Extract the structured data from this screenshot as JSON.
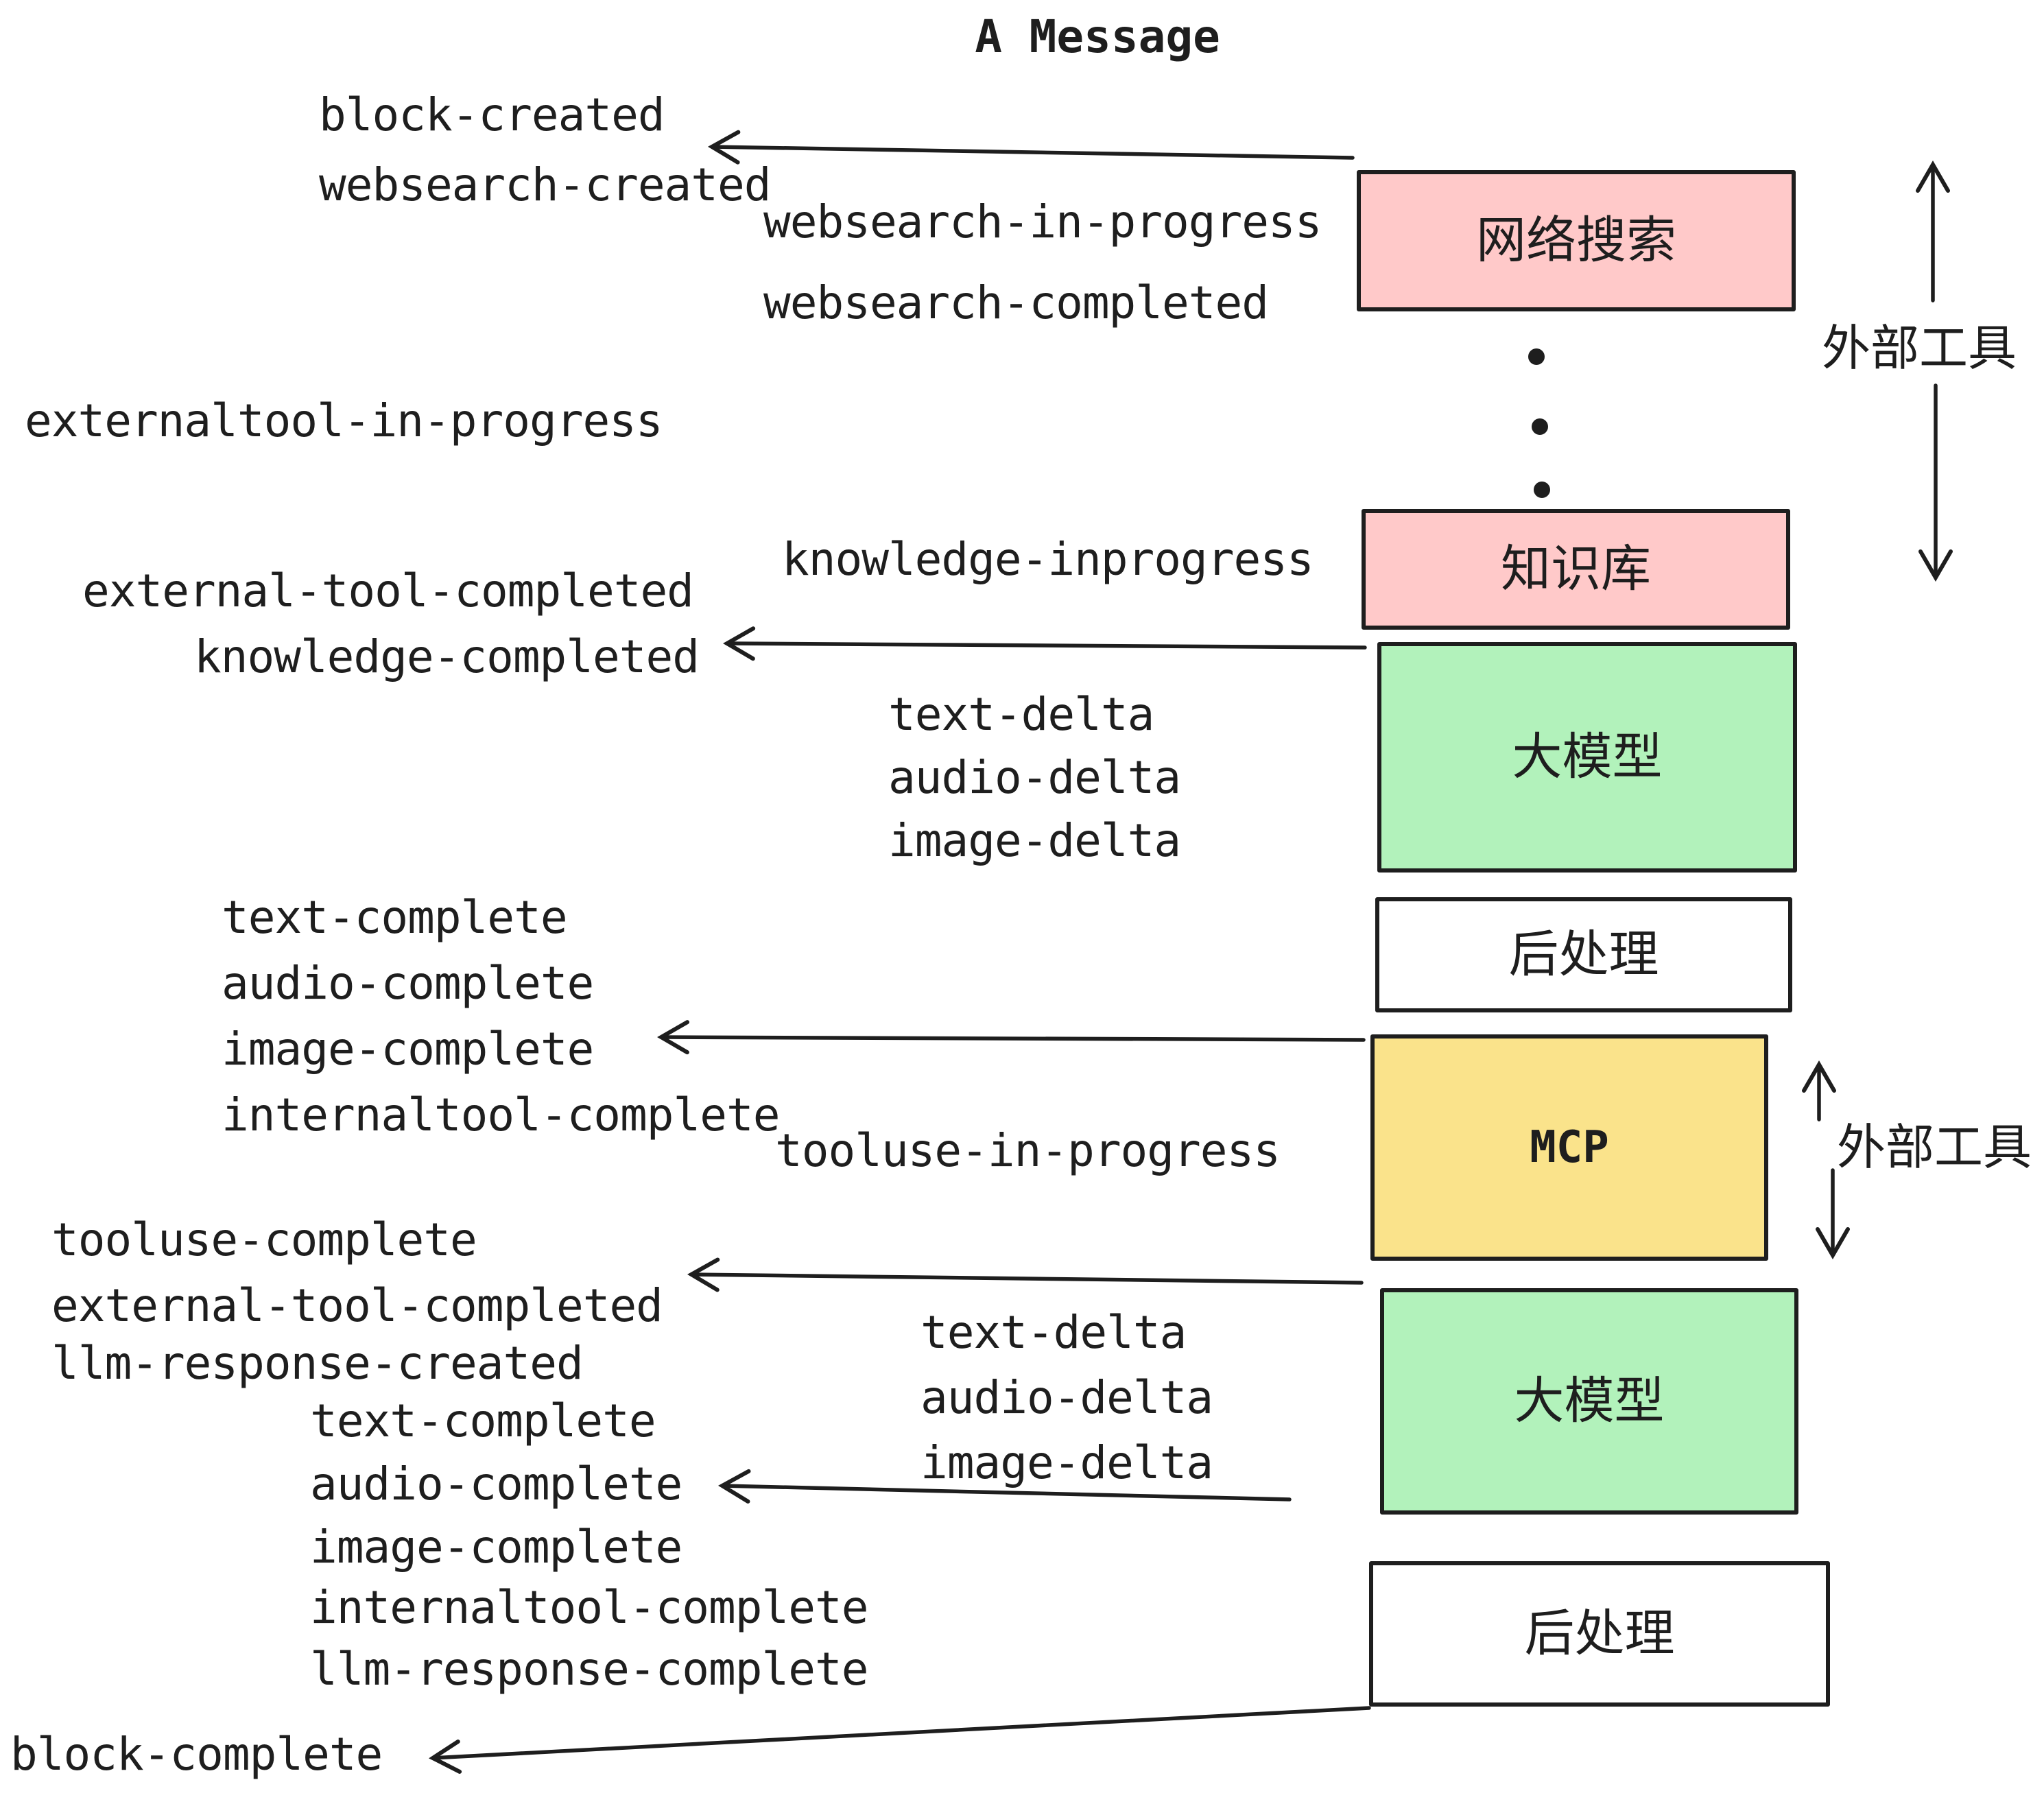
{
  "title": "A Message",
  "events": {
    "block_created": "block-created",
    "websearch_created": "websearch-created",
    "websearch_in_progress": "websearch-in-progress",
    "websearch_completed": "websearch-completed",
    "externaltool_in_progress": "externaltool-in-progress",
    "knowledge_inprogress": "knowledge-inprogress",
    "external_tool_completed": "external-tool-completed",
    "knowledge_completed": "knowledge-completed",
    "text_delta": "text-delta",
    "audio_delta": "audio-delta",
    "image_delta": "image-delta",
    "text_complete": "text-complete",
    "audio_complete": "audio-complete",
    "image_complete": "image-complete",
    "internaltool_complete": "internaltool-complete",
    "tooluse_in_progress": "tooluse-in-progress",
    "tooluse_complete": "tooluse-complete",
    "llm_response_created": "llm-response-created",
    "llm_response_complete": "llm-response-complete",
    "block_complete": "block-complete"
  },
  "boxes": {
    "websearch": "网络搜索",
    "knowledge": "知识库",
    "llm": "大模型",
    "post": "后处理",
    "mcp": "MCP"
  },
  "side_labels": {
    "external_tools": "外部工具"
  },
  "colors": {
    "box_pink": "#ffc9c9",
    "box_green": "#b2f2bb",
    "box_yellow": "#fae38b",
    "box_white": "#ffffff",
    "ink": "#1e1e1e",
    "background": "#ffffff"
  }
}
